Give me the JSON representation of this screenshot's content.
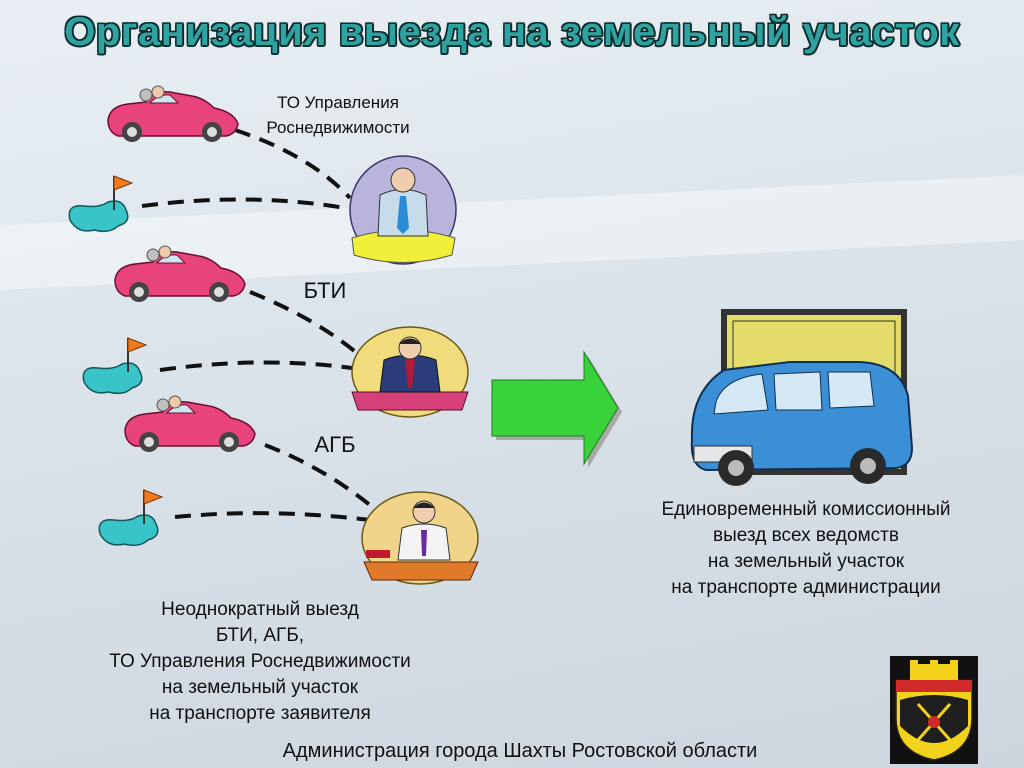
{
  "title": "Организация выезда на земельный участок",
  "labels": {
    "rosreg_line1": "ТО Управления",
    "rosreg_line2": "Роснедвижимости",
    "bti": "БТИ",
    "agb": "АГБ"
  },
  "left_caption": [
    "Неоднократный выезд",
    "БТИ, АГБ,",
    "ТО Управления Роснедвижимости",
    "на земельный участок",
    "на транспорте заявителя"
  ],
  "right_caption": [
    "Единовременный комиссионный",
    "выезд всех ведомств",
    "на земельный участок",
    "на транспорте администрации"
  ],
  "footer": "Администрация города Шахты Ростовской области",
  "colors": {
    "title": "#2fa2a2",
    "car": "#e8437a",
    "lake": "#38c4c9",
    "flag": "#f07a1c",
    "arrow": "#39d23a",
    "van": "#3b8fd6",
    "frame": "#e3dc6a"
  },
  "icons": [
    "car-icon",
    "lake-flag-icon",
    "official-icon",
    "arrow-icon",
    "van-icon",
    "coat-of-arms-icon"
  ]
}
